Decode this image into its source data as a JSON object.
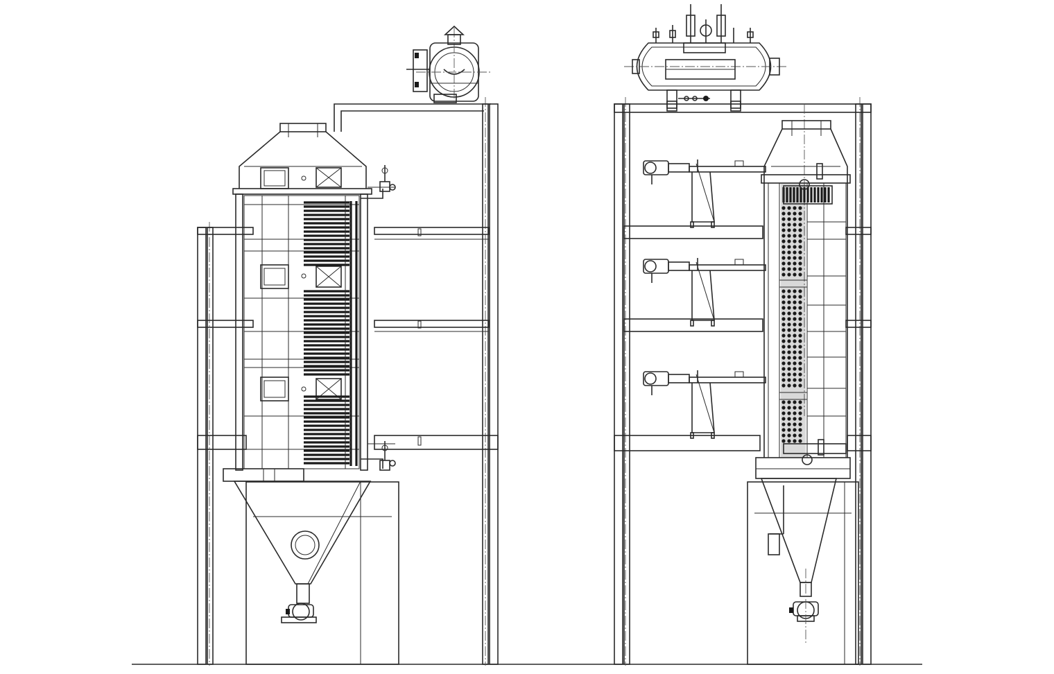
{
  "figure": {
    "kind": "engineering elevation drawing",
    "views": [
      {
        "id": "side-elevation",
        "components": [
          "steam-drum-end-view",
          "furnace-casing",
          "fin-tube-bank",
          "ash-hopper",
          "support-frame",
          "rotary-valve"
        ]
      },
      {
        "id": "front-elevation",
        "components": [
          "steam-drum-long-view",
          "furnace-casing",
          "tube-bank",
          "burners",
          "burner-platforms",
          "ash-hopper",
          "support-frame",
          "rotary-valve"
        ]
      }
    ],
    "line_color": "#2a2a2a",
    "background": "#ffffff"
  }
}
